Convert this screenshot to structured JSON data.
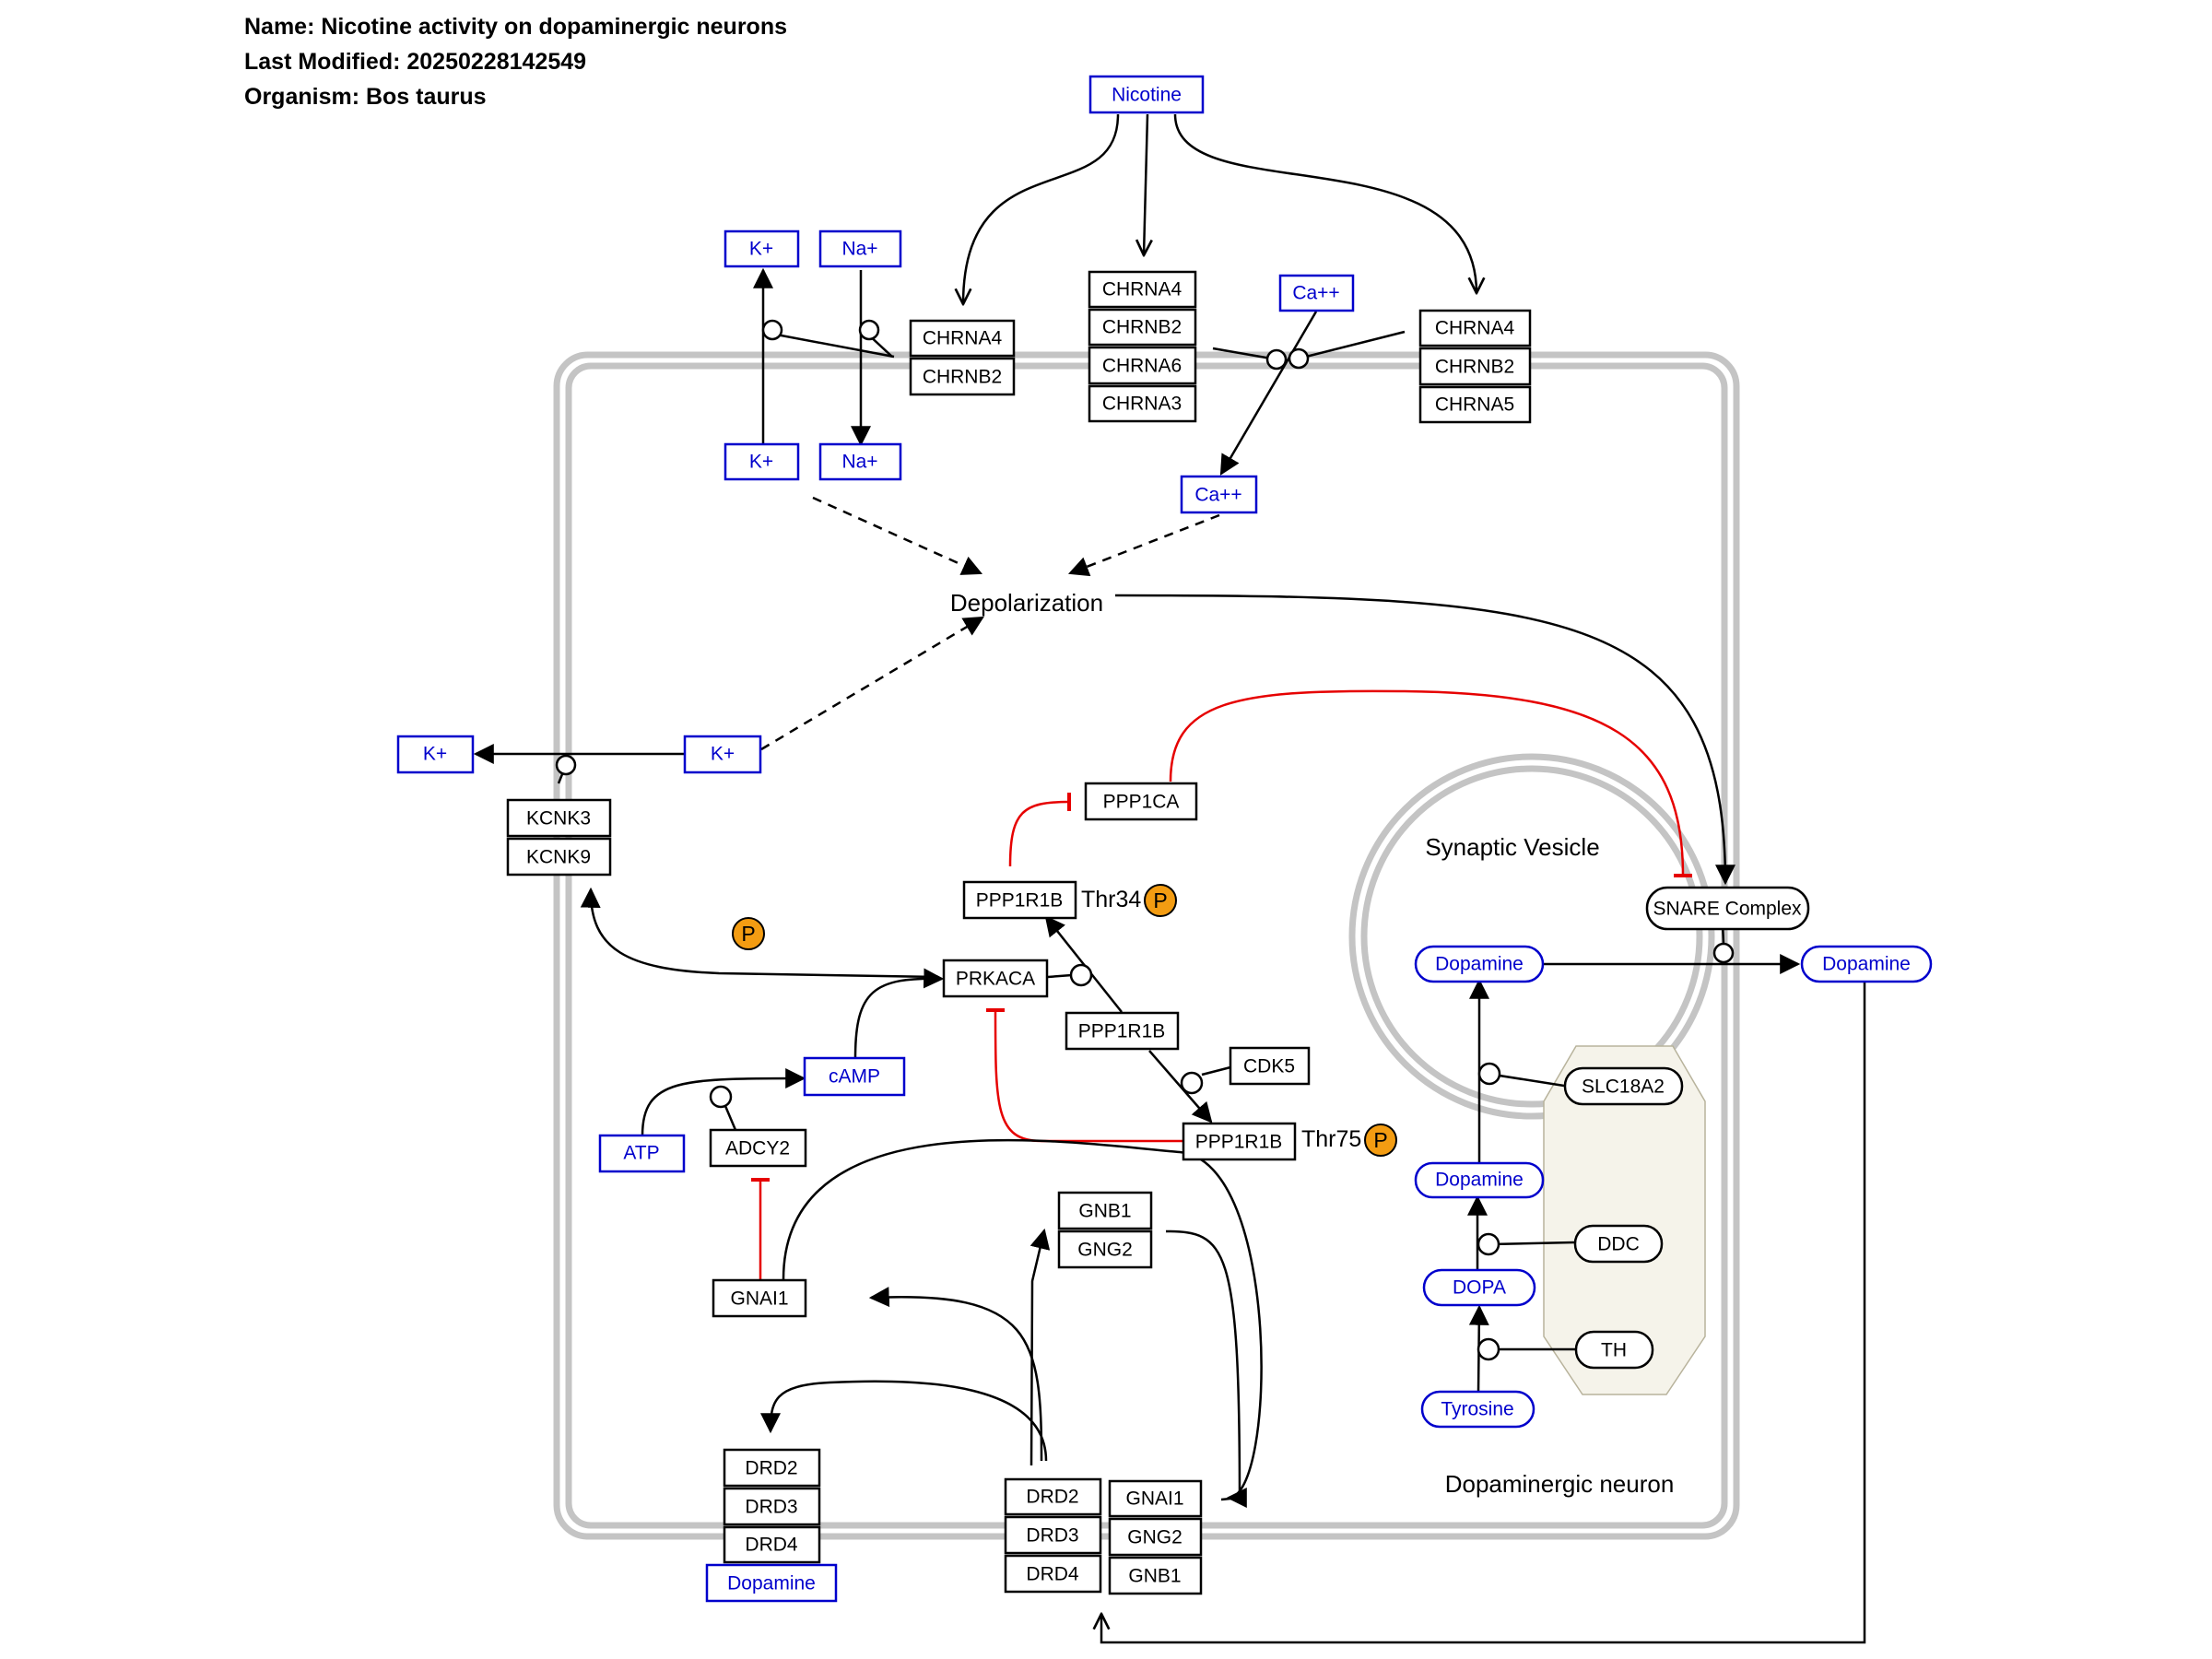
{
  "header": {
    "name": "Name: Nicotine activity on dopaminergic neurons",
    "modified": "Last Modified: 20250228142549",
    "organism": "Organism: Bos taurus"
  },
  "labels": {
    "depolarization": "Depolarization",
    "synaptic_vesicle": "Synaptic Vesicle",
    "dopaminergic_neuron": "Dopaminergic neuron",
    "thr34": "Thr34",
    "thr75": "Thr75",
    "phospho": "P"
  },
  "metabolites": {
    "nicotine": "Nicotine",
    "k_out_top": "K+",
    "na_out_top": "Na+",
    "k_in_top": "K+",
    "na_in_top": "Na+",
    "ca_out": "Ca++",
    "ca_in": "Ca++",
    "k_in_left": "K+",
    "k_out_left": "K+",
    "camp": "cAMP",
    "atp": "ATP",
    "dopamine_bottom": "Dopamine",
    "dopamine_vesicle": "Dopamine",
    "dopamine_out": "Dopamine",
    "dopamine_mid": "Dopamine",
    "dopa": "DOPA",
    "tyrosine": "Tyrosine"
  },
  "gene_products": {
    "chrna4_a": "CHRNA4",
    "chrnb2_a": "CHRNB2",
    "chrna4_b": "CHRNA4",
    "chrnb2_b": "CHRNB2",
    "chrna6": "CHRNA6",
    "chrna3": "CHRNA3",
    "chrna4_c": "CHRNA4",
    "chrnb2_c": "CHRNB2",
    "chrna5": "CHRNA5",
    "kcnk3": "KCNK3",
    "kcnk9": "KCNK9",
    "ppp1ca": "PPP1CA",
    "ppp1r1b_thr34": "PPP1R1B",
    "prkaca": "PRKACA",
    "ppp1r1b_mid": "PPP1R1B",
    "cdk5": "CDK5",
    "ppp1r1b_thr75": "PPP1R1B",
    "adcy2": "ADCY2",
    "gnai1_left": "GNAI1",
    "gnb1_top": "GNB1",
    "gng2_top": "GNG2",
    "drd2_left": "DRD2",
    "drd3_left": "DRD3",
    "drd4_left": "DRD4",
    "drd2_right": "DRD2",
    "drd3_right": "DRD3",
    "drd4_right": "DRD4",
    "gnai1_right": "GNAI1",
    "gng2_bottom": "GNG2",
    "gnb1_bottom": "GNB1",
    "snare": "SNARE Complex",
    "slc18a2": "SLC18A2",
    "ddc": "DDC",
    "th": "TH"
  }
}
